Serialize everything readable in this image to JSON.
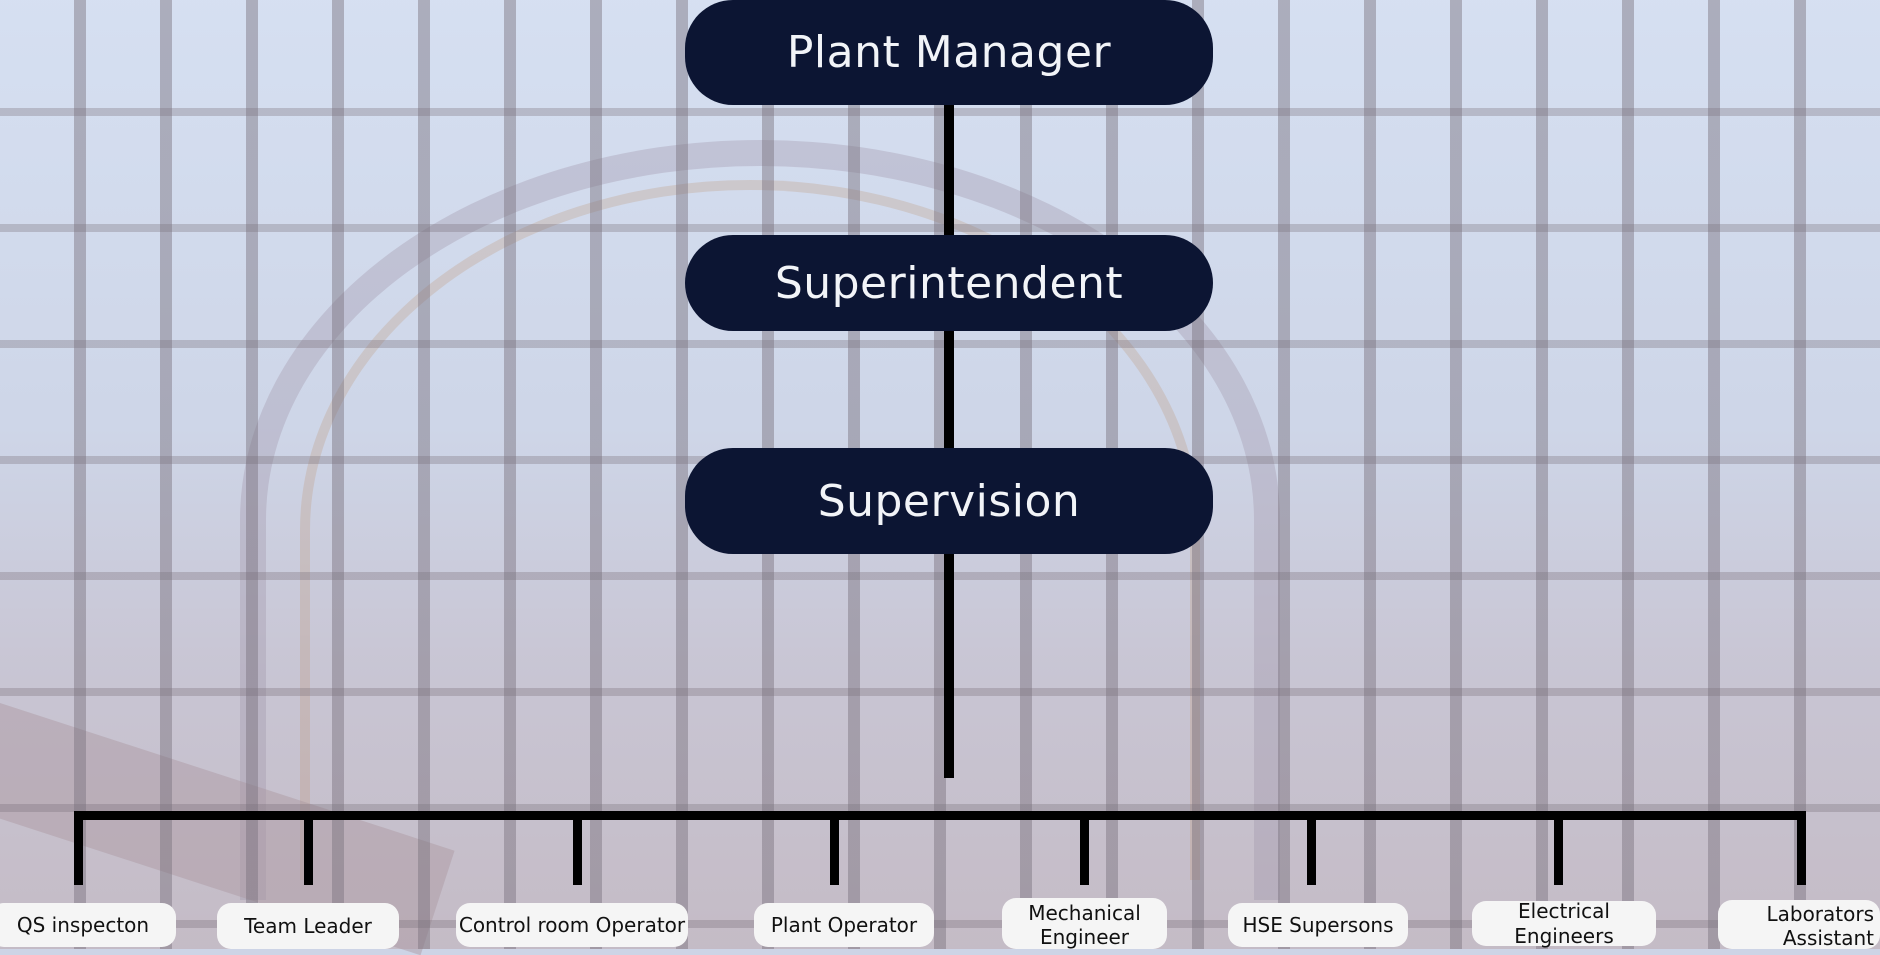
{
  "top_nodes": [
    {
      "label": "Plant Manager"
    },
    {
      "label": "Superintendent"
    },
    {
      "label": "Supervision"
    }
  ],
  "leaves": [
    {
      "label": "QS inspecton"
    },
    {
      "label": "Team Leader"
    },
    {
      "label": "Control room Operator"
    },
    {
      "label": "Plant Operator"
    },
    {
      "label": "Mechanical Engineer"
    },
    {
      "label": "HSE Supersons"
    },
    {
      "label": "Electrical Engineers"
    },
    {
      "label": "Laborators Assistant"
    }
  ],
  "colors": {
    "node_fill": "#0c1533",
    "node_text": "#f2f4f8",
    "leaf_fill": "#f5f5f5",
    "connector": "#000000"
  }
}
